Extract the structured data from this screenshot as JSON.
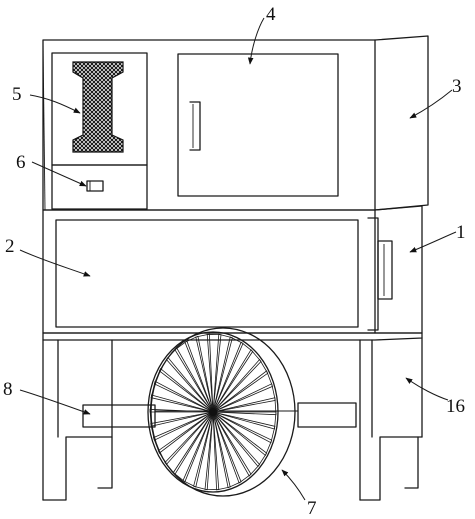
{
  "labels": {
    "l1": "1",
    "l2": "2",
    "l3": "3",
    "l4": "4",
    "l5": "5",
    "l6": "6",
    "l7": "7",
    "l8": "8",
    "l16": "16"
  },
  "colors": {
    "line": "#1a1a1a",
    "background": "#ffffff"
  }
}
